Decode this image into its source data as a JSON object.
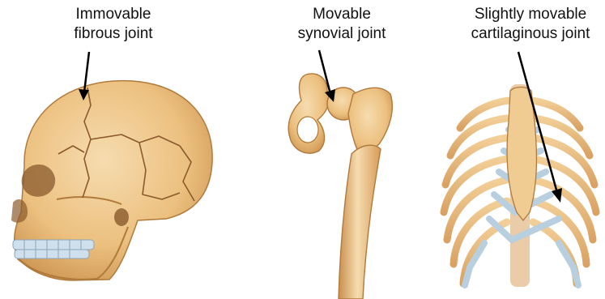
{
  "labels": {
    "fibrous": {
      "line1": "Immovable",
      "line2": "fibrous joint"
    },
    "synovial": {
      "line1": "Movable",
      "line2": "synovial joint"
    },
    "cartilaginous": {
      "line1": "Slightly movable",
      "line2": "cartilaginous joint"
    }
  },
  "colors": {
    "bone": "#ecc07f",
    "bone_shadow": "#c98f4c",
    "bone_highlight": "#f6dcb0",
    "cartilage": "#b8cfe0",
    "teeth": "#cfe0ec",
    "suture": "#8a5a2c",
    "arrow": "#000000"
  },
  "icons": [
    "skull-illustration",
    "femur-hip-illustration",
    "ribcage-illustration"
  ]
}
